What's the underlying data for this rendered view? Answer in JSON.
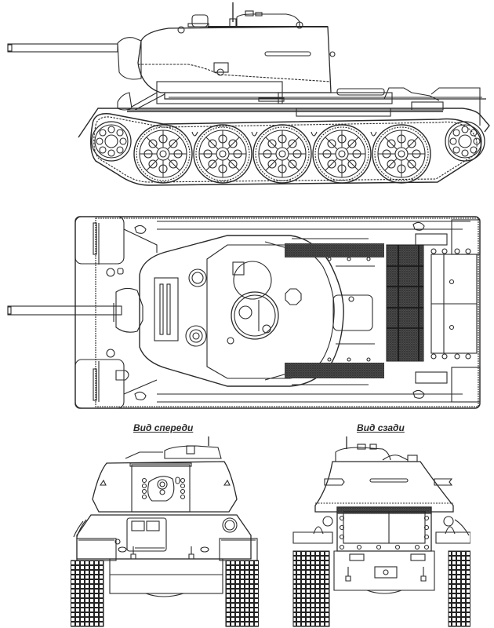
{
  "drawing": {
    "subject": "tank",
    "style": "technical line drawing",
    "line_color": "#2a2a2a",
    "background": "#ffffff",
    "hatch_color": "#3a3a3a"
  },
  "views": {
    "side": {
      "label": "",
      "road_wheels": 5
    },
    "top": {
      "label": ""
    },
    "front": {
      "label": "Вид спереди"
    },
    "rear": {
      "label": "Вид сзади"
    }
  }
}
